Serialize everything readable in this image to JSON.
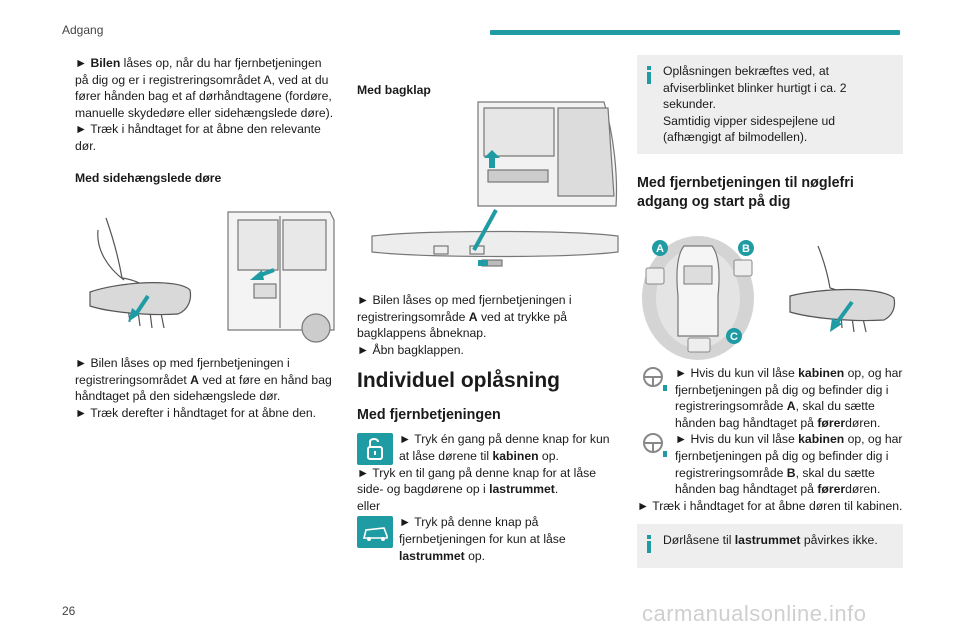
{
  "header": {
    "section": "Adgang",
    "accent": "#1f9ba3"
  },
  "page_number": "26",
  "watermark": "carmanualsonline.info",
  "col1": {
    "p1_b": "Bilen",
    "p1_rest": " låses op, når du har fjernbetjeningen på dig og er i registreringsområdet A, ved at du fører hånden bag et af dørhåndtagene (fordøre, manuelle skydedøre eller sidehængslede døre).",
    "p1_step": "► Træk i håndtaget for at åbne den relevante dør.",
    "arrow": "►",
    "sub1": "Med sidehængslede døre",
    "p2_a": " Bilen låses op med fjernbetjeningen i registreringsområdet ",
    "p2_b": "A",
    "p2_c": " ved at føre en hånd bag håndtaget på den sidehængslede dør.",
    "p2_step": "► Træk derefter i håndtaget for at åbne den."
  },
  "col2": {
    "sub1": "Med bagklap",
    "p1_a": "► Bilen låses op med fjernbetjeningen i registreringsområde ",
    "p1_b": "A",
    "p1_c": " ved at trykke på bagklappens åbneknap.",
    "p1_step": "► Åbn bagklappen.",
    "h1": "Individuel oplåsning",
    "h2": "Med fjernbetjeningen",
    "r1_a": "► Tryk én gang på denne knap for kun at låse dørene til ",
    "r1_b": "kabinen",
    "r1_c": " op.",
    "r2_a": "► Tryk en til gang på denne knap for at låse side- og bagdørene op i ",
    "r2_b": "lastrummet",
    "r2_c": ".",
    "eller": "eller",
    "r3_a": "► Tryk på denne knap på fjernbetjeningen for kun at låse ",
    "r3_b": "lastrummet",
    "r3_c": " op."
  },
  "col3": {
    "info1_a": "Oplåsningen bekræftes ved, at afviserblinket blinker hurtigt i ca. 2 sekunder.",
    "info1_b": "Samtidig vipper sidespejlene ud (afhængigt af bilmodellen).",
    "h2": "Med fjernbetjeningen til nøglefri adgang og start på dig",
    "zone_a": "A",
    "zone_b": "B",
    "zone_c": "C",
    "r1_a": "► Hvis du kun vil låse ",
    "r1_b": "kabinen",
    "r1_c": " op, og har fjernbetjeningen på dig og befinder dig i registreringsområde ",
    "r1_d": "A",
    "r1_e": ", skal du sætte hånden bag håndtaget på ",
    "r1_f": "fører",
    "r1_g": "døren.",
    "r2_a": "► Hvis du kun vil låse ",
    "r2_b": "kabinen",
    "r2_c": " op, og har fjernbetjeningen på dig og befinder dig i registreringsområde ",
    "r2_d": "B",
    "r2_e": ", skal du sætte hånden bag håndtaget på ",
    "r2_f": "fører",
    "r2_g": "døren.",
    "r3": "► Træk i håndtaget for at åbne døren til kabinen.",
    "info2_a": "Dørlåsene til ",
    "info2_b": "lastrummet",
    "info2_c": " påvirkes ikke."
  }
}
